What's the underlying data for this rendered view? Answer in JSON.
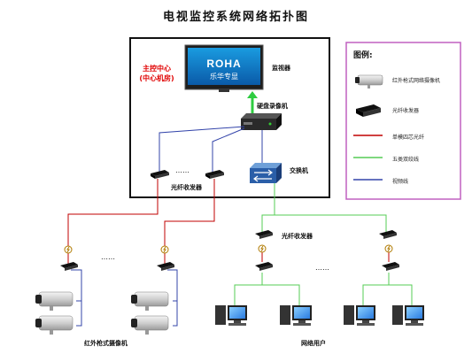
{
  "title": "电视监控系统网络拓扑图",
  "control_center": {
    "line1": "主控中心",
    "line2": "(中心机房)"
  },
  "monitor": {
    "label": "监视器",
    "brand": "ROHA",
    "brand_sub": "乐华专显"
  },
  "labels": {
    "dvr": "硬盘录像机",
    "switch": "交换机",
    "center_transceiver": "光纤收发器",
    "network_transceiver": "光纤收发器",
    "cameras": "红外枪式摄像机",
    "network_users": "网络用户",
    "dots": "……",
    "dots_small": "……"
  },
  "legend": {
    "title": "图例:",
    "items": [
      {
        "icon": "camera-icon",
        "text": "红外枪式网络摄像机"
      },
      {
        "icon": "transceiver-icon",
        "text": "光纤收发器"
      },
      {
        "icon": "line-red",
        "text": "单模四芯光纤"
      },
      {
        "icon": "line-green",
        "text": "五类双绞线"
      },
      {
        "icon": "line-blue",
        "text": "视频线"
      }
    ]
  },
  "colors": {
    "fiber": "#c00000",
    "cat5": "#55cc55",
    "video": "#3344aa",
    "legend_border": "#c060c0",
    "monitor_arrow": "#2ecc40",
    "title_red": "#e00000"
  }
}
